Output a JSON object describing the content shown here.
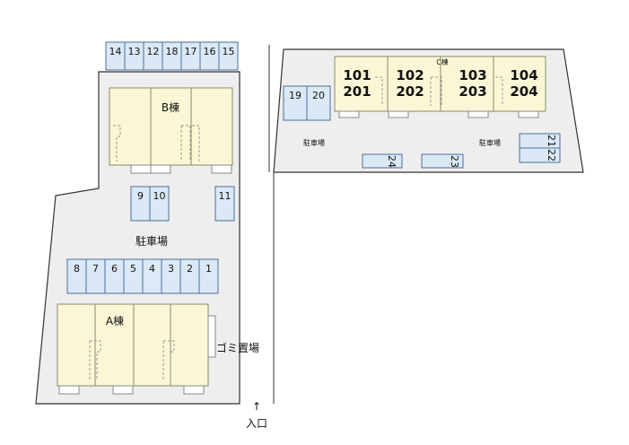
{
  "labels": {
    "building_a": "A棟",
    "building_b": "B棟",
    "building_c": "C棟",
    "parking_main": "駐車場",
    "parking_c_left": "駐車場",
    "parking_c_right": "駐車場",
    "garbage": "ゴミ置場",
    "entrance": "入口",
    "arrow": "↑"
  },
  "stalls": {
    "top_row": [
      "14",
      "13",
      "12",
      "18",
      "17",
      "16",
      "15"
    ],
    "middle_pair": [
      "9",
      "10"
    ],
    "middle_single": [
      "11"
    ],
    "bottom_row": [
      "8",
      "7",
      "6",
      "5",
      "4",
      "3",
      "2",
      "1"
    ],
    "c_left_pair": [
      "19",
      "20"
    ],
    "c_front": [
      "24",
      "23"
    ],
    "c_right": [
      "21",
      "22"
    ]
  },
  "building_c_units": [
    {
      "upper": "101",
      "lower": "201"
    },
    {
      "upper": "102",
      "lower": "202"
    },
    {
      "upper": "103",
      "lower": "203"
    },
    {
      "upper": "104",
      "lower": "204"
    }
  ],
  "colors": {
    "stall_fill": "#dbe8f6",
    "building_fill": "#fbf7d6",
    "ground_fill": "#eeeeee"
  }
}
